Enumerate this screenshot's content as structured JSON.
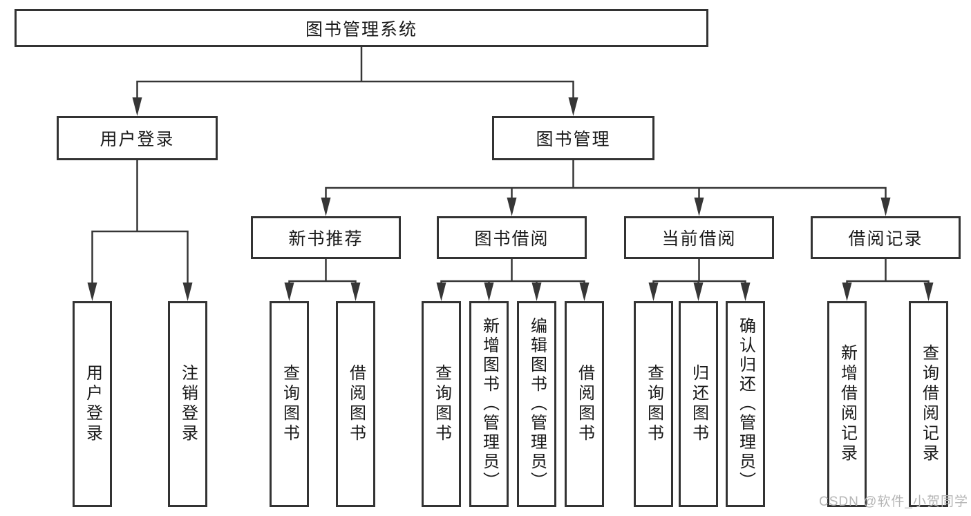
{
  "diagram": {
    "root_label": "图书管理系统",
    "branches": [
      {
        "label": "用户登录",
        "children": [
          {
            "label": "用户登录"
          },
          {
            "label": "注销登录"
          }
        ]
      },
      {
        "label": "图书管理",
        "children": [
          {
            "label": "新书推荐",
            "children": [
              {
                "label": "查询图书"
              },
              {
                "label": "借阅图书"
              }
            ]
          },
          {
            "label": "图书借阅",
            "children": [
              {
                "label": "查询图书"
              },
              {
                "label": "新增图书（管理员）"
              },
              {
                "label": "编辑图书（管理员）"
              },
              {
                "label": "借阅图书"
              }
            ]
          },
          {
            "label": "当前借阅",
            "children": [
              {
                "label": "查询图书"
              },
              {
                "label": "归还图书"
              },
              {
                "label": "确认归还（管理员）"
              }
            ]
          },
          {
            "label": "借阅记录",
            "children": [
              {
                "label": "新增借阅记录"
              },
              {
                "label": "查询借阅记录"
              }
            ]
          }
        ]
      }
    ],
    "watermark": "CSDN @软件_小贺同学",
    "colors": {
      "line": "#363636",
      "box_border": "#333333",
      "text": "#1a1a1a",
      "watermark": "#b5b5b5",
      "background": "#ffffff"
    }
  }
}
